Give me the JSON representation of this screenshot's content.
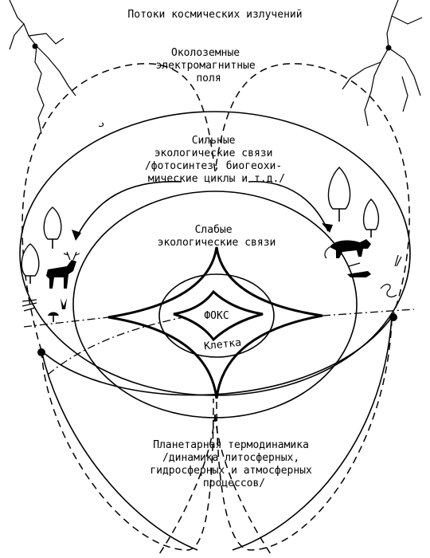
{
  "labels": {
    "cosmic": "Потоки космических излучений",
    "em_fields": [
      "Околоземные",
      "электромагнитные",
      "поля"
    ],
    "strong": [
      "Сильные",
      "экологические связи",
      "/фотосинтез, биогеохи-",
      "мические циклы и т.д./"
    ],
    "weak": [
      "Слабые",
      "экологические связи"
    ],
    "foks": "ФОКС",
    "cell": "Клетка",
    "planetary": [
      "Планетарная термодинамика",
      "/динамика литосферных,",
      "гидросферных и атмосферных",
      "процессов/"
    ]
  },
  "icons": [
    "tree-icon",
    "deer-icon",
    "panther-icon",
    "lizard-icon",
    "snake-icon",
    "fish-icon",
    "mushroom-icon",
    "plant-icon"
  ]
}
